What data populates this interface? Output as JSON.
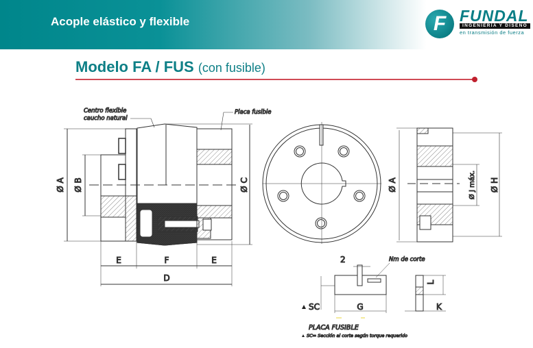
{
  "header": {
    "title": "Acople elástico y flexible",
    "logo_letter": "F",
    "brand": "FUNDAL",
    "brand_strip": "INGENIERÍA Y DISEÑO",
    "brand_tagline": "en transmisión de fuerza"
  },
  "model": {
    "name": "Modelo FA / FUS",
    "suffix": "(con fusible)"
  },
  "drawing": {
    "callout_center": [
      "Centro flexible",
      "caucho natural"
    ],
    "callout_plate": "Placa fusible",
    "dims": {
      "A": "Ø A",
      "B": "Ø B",
      "C": "Ø C",
      "E": "E",
      "F": "F",
      "D": "D",
      "H": "Ø H",
      "J": "Ø J máx."
    },
    "plate": {
      "slot_width": "2",
      "nm_label": "Nm de corte",
      "SC": "SC",
      "G": "G",
      "K": "K",
      "L": "L",
      "title": "PLACA FUSIBLE",
      "footnote": "SC= Sección al corte según torque requerido"
    }
  }
}
